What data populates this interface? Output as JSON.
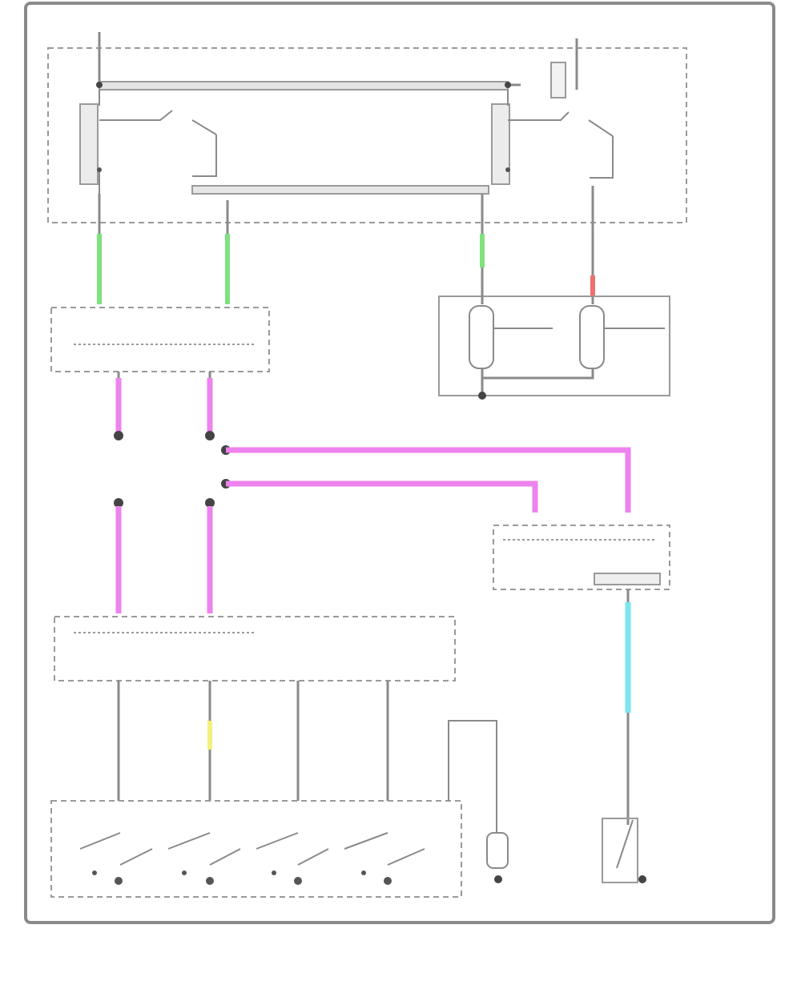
{
  "diagram": {
    "figure_id": "",
    "modules": [
      {
        "id": "relay-module",
        "label": ""
      },
      {
        "id": "gateway-module",
        "label": ""
      },
      {
        "id": "lamp-module",
        "label": ""
      },
      {
        "id": "data-link-connector",
        "label": ""
      },
      {
        "id": "steering-switch-module",
        "label": ""
      },
      {
        "id": "bottom-switch",
        "label": ""
      },
      {
        "id": "brake-switch",
        "label": ""
      }
    ],
    "wire_colors": {
      "green": "#7ee27e",
      "pink": "#ee82ee",
      "cyan": "#7ae6ee",
      "red": "#ee7070",
      "yellow": "#f4f080"
    }
  }
}
